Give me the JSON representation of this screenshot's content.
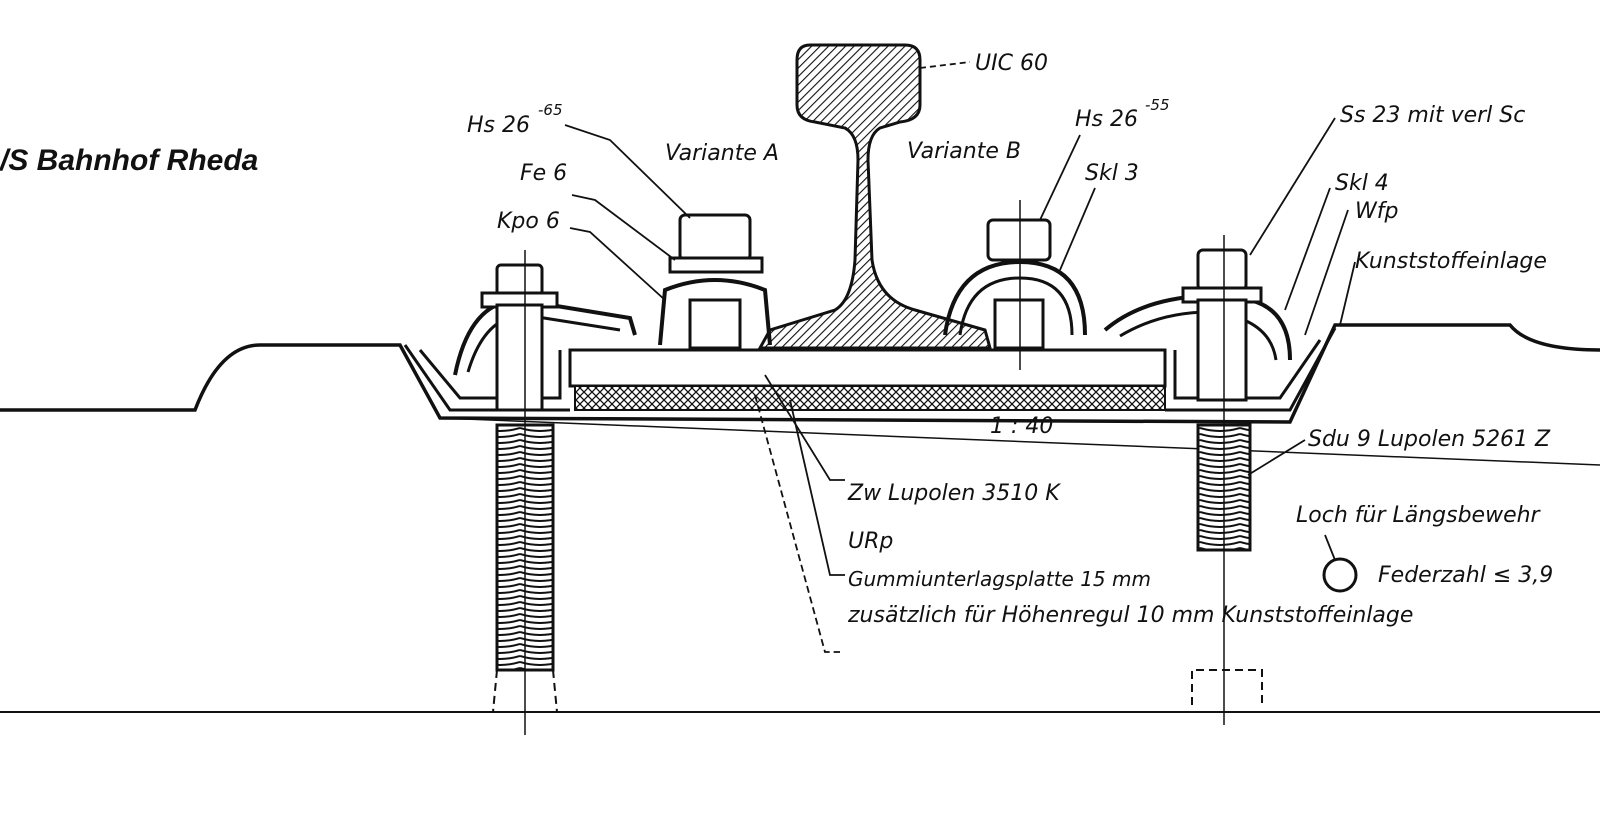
{
  "title": "/S Bahnhof Rheda",
  "labels": {
    "rail": "UIC 60",
    "hs_left": "Hs 26",
    "hs_left_sup": "-65",
    "fe": "Fe 6",
    "kpo": "Kpo 6",
    "variant_a": "Variante A",
    "variant_b": "Variante B",
    "hs_right": "Hs 26",
    "hs_right_sup": "-55",
    "skl3": "Skl 3",
    "ss23": "Ss 23 mit verl Sc",
    "skl4": "Skl 4",
    "wfp": "Wfp",
    "kunststoff": "Kunststoffeinlage",
    "dim": "1 : 40",
    "sdu": "Sdu 9 Lupolen 5261 Z",
    "zw": "Zw Lupolen 3510 K",
    "urp": "URp",
    "gummi": "Gummiunterlagsplatte 15 mm",
    "zusatz": "zusätzlich für Höhenregul 10 mm Kunststoffeinlage",
    "loch": "Loch für Längsbewehr",
    "feder": "Federzahl ≤ 3,9"
  }
}
